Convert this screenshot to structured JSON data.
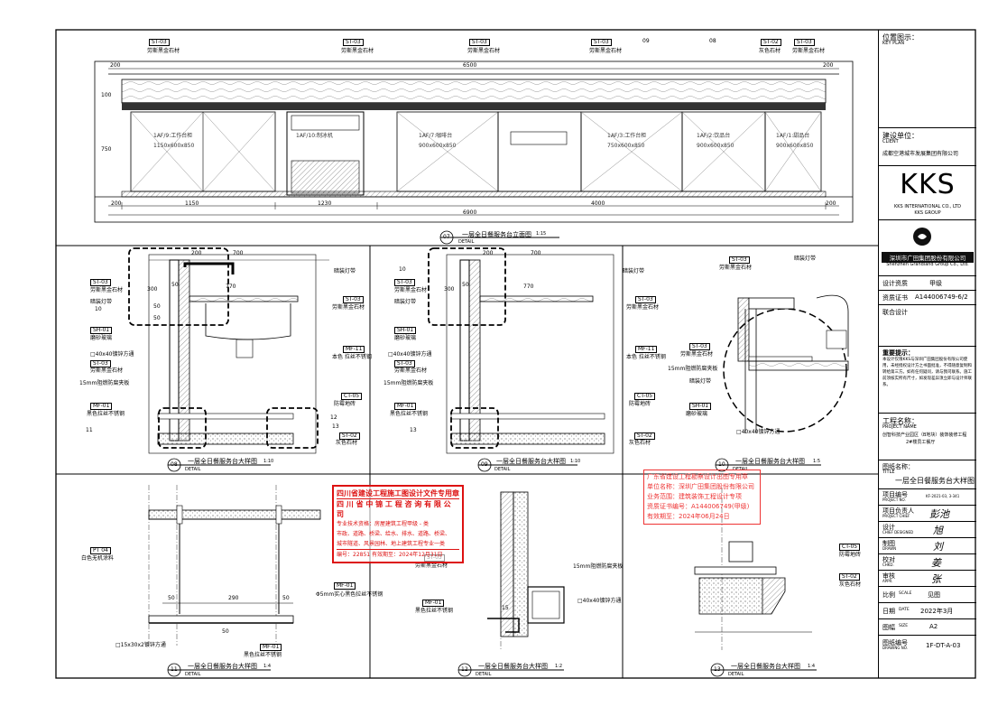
{
  "title_block": {
    "key_plan_cn": "位置图示：",
    "key_plan_en": "KEY PLAN",
    "client_cn": "建设单位：",
    "client_en": "CLIENT",
    "client_name": "成都空港城市发展集团有限公司",
    "logo_text": "KKS",
    "logo_sub1": "KKS INTERNATIONAL CO., LTD",
    "logo_sub2": "KKS GROUP",
    "company_cn": "深圳市广田集团股份有限公司",
    "company_en": "Shenzhen Grandland Group Co., Ltd.",
    "qualification_label": "设计资质",
    "qualification_value": "甲级",
    "certificate_label": "资质证书",
    "certificate_value": "A144006749-6/2",
    "joint_design": "联合设计",
    "notes_title": "重要提示：",
    "notes_text": "本设计仅限KKS与深圳广田集团股份有限公司使用，未经授权设计方之书面批准，不得随意复制和转给第三方。如有任何疑问，请与我司联系。施工前须核实所有尺寸，如发现差异须立即与设计师联系。",
    "project_cn": "工程名称：",
    "project_en": "PROJECT NAME",
    "project_name": "创智科技产业园区（B地块）装饰装修工程",
    "project_sub": "2#楼员工餐厅",
    "drawing_name_cn": "图纸名称：",
    "drawing_name_en": "TITLE",
    "drawing_title": "一层全日餐服务台大样图",
    "project_no_cn": "项目编号",
    "project_no_en": "PROJECT NO.",
    "project_no_value": "KF-2021-03, 3-341",
    "project_chief_cn": "项目负责人",
    "project_chief_en": "PROJECT CHIEF",
    "design_cn": "设计",
    "design_en": "CHIEF DESIGNED",
    "drawn_cn": "制图",
    "drawn_en": "DRAWN",
    "checked_cn": "校对",
    "checked_en": "CHKD.",
    "approved_cn": "审核",
    "approved_en": "APPR.",
    "scale_cn": "比例",
    "scale_en": "SCALE",
    "scale_value": "见图",
    "date_cn": "日期",
    "date_en": "DATE",
    "date_value": "2022年3月",
    "size_cn": "图幅",
    "size_en": "SIZE",
    "size_value": "A2",
    "drawing_no_cn": "图纸编号",
    "drawing_no_en": "DRAWING NO.",
    "drawing_no_value": "1F-DT-A-03"
  },
  "stamps": {
    "stamp1_lines": [
      "四川省建设工程施工图设计文件专用章",
      "四 川 省 中 锦 工 程 咨 询 有 限 公 司",
      "专业技术资格：房屋建筑工程甲级 - 类",
      "市政、道路、桥梁、给水、排水、道路、桥梁、",
      "城市隧道、风景园林、地上建筑工程专业一类",
      "编号：22851    有效期至：2024年12月31日"
    ],
    "stamp2_lines": [
      "广东省建设工程勘察设计出图专用章",
      "单位名称：深圳广田集团股份有限公司",
      "业务范围：建筑装饰工程设计专项",
      "资质证书编号：A144006749(甲级)",
      "有效期至：2024年06月24日"
    ]
  },
  "views": {
    "v07": {
      "num": "07",
      "title": "一层全日餐服务台立面图",
      "scale": "1:15",
      "sub": "DETAIL"
    },
    "v08": {
      "num": "08",
      "title": "一层全日餐服务台大样图",
      "scale": "1:10",
      "sub": "DETAIL"
    },
    "v09": {
      "num": "09",
      "title": "一层全日餐服务台大样图",
      "scale": "1:10",
      "sub": "DETAIL"
    },
    "v10": {
      "num": "10",
      "title": "一层全日餐服务台大样图",
      "scale": "1:5",
      "sub": "DETAIL"
    },
    "v11": {
      "num": "11",
      "title": "一层全日餐服务台大样图",
      "scale": "1:4",
      "sub": "DETAIL"
    },
    "v12": {
      "num": "12",
      "title": "一层全日餐服务台大样图",
      "scale": "1:2",
      "sub": "DETAIL"
    },
    "v13": {
      "num": "13",
      "title": "一层全日餐服务台大样图",
      "scale": "1:4",
      "sub": "DETAIL"
    }
  },
  "elevation": {
    "tags": [
      {
        "code": "ST-03",
        "text": "劳斯黑金石材"
      },
      {
        "code": "ST-03",
        "text": "劳斯黑金石材"
      },
      {
        "code": "ST-03",
        "text": "劳斯黑金石材"
      },
      {
        "code": "ST-03",
        "text": "劳斯黑金石材"
      },
      {
        "code": "ST-02",
        "text": "灰色石材"
      },
      {
        "code": "ST-03",
        "text": "劳斯黑金石材"
      }
    ],
    "callouts": [
      "09",
      "08"
    ],
    "top_dims": [
      "200",
      "6500",
      "200"
    ],
    "bottom_dims": [
      "200",
      "1150",
      "1230",
      "4000",
      "200"
    ],
    "total_dim": "6900",
    "side_dims": [
      "100",
      "750"
    ],
    "equipment": [
      {
        "name": "1AF/9:工作台柜",
        "size": "1150x600x850"
      },
      {
        "name": "1AF/10:制冰机",
        "size": ""
      },
      {
        "name": "1AF/7:咖啡台",
        "size": "900x600x850"
      },
      {
        "name": "1AF/3:工作台柜",
        "size": "750x600x850"
      },
      {
        "name": "1AF/2:饮品台",
        "size": "900x600x850"
      },
      {
        "name": "1AF/1:甜品台",
        "size": "900x600x850"
      }
    ]
  },
  "sec08": {
    "dims": [
      "200",
      "700",
      "50",
      "770",
      "300",
      "50",
      "50"
    ],
    "labels": [
      "ST-03",
      "劳斯黑金石材",
      "暗装灯带",
      "ST-03",
      "劳斯黑金石材",
      "SH-01",
      "磨砂玻璃",
      "□40x40镀锌方通",
      "ST-03",
      "劳斯黑金石材",
      "15mm阻燃防腐夹板",
      "MF-11",
      "本色 拉丝不锈钢",
      "MF-01",
      "黑色拉丝不锈钢",
      "CT-05",
      "防霉地砖",
      "ST-02",
      "灰色石材",
      "暗装灯带"
    ],
    "callouts": [
      "10",
      "11",
      "12",
      "13"
    ]
  },
  "sec09": {
    "dims": [
      "200",
      "700",
      "50",
      "770",
      "300"
    ],
    "labels": [
      "ST-03",
      "劳斯黑金石材",
      "暗装灯带",
      "ST-03",
      "劳斯黑金石材",
      "SH-01",
      "磨砂玻璃",
      "□40x40镀锌方通",
      "ST-03",
      "劳斯黑金石材",
      "15mm阻燃防腐夹板",
      "MF-11",
      "本色 拉丝不锈钢",
      "MF-01",
      "黑色拉丝不锈钢",
      "CT-05",
      "防霉地砖",
      "ST-02",
      "灰色石材",
      "暗装灯带"
    ],
    "callouts": [
      "10",
      "13"
    ]
  },
  "sec10": {
    "labels": [
      "ST-03",
      "劳斯黑金石材",
      "暗装灯带",
      "ST-03",
      "劳斯黑金石材",
      "15mm阻燃防腐夹板",
      "暗装灯带",
      "SH-01",
      "磨砂玻璃",
      "□40x40镀锌方通"
    ]
  },
  "sec11": {
    "labels": [
      "PT 04",
      "白色无机涂料",
      "MF-01",
      "Φ5mm实心黑色拉丝不锈钢",
      "□15x30x2镀锌方通",
      "MF-01",
      "黑色拉丝不锈钢"
    ],
    "dims": [
      "50",
      "290",
      "50",
      "50"
    ]
  },
  "sec12": {
    "labels": [
      "ST-03",
      "劳斯黑金石材",
      "15mm阻燃防腐夹板",
      "□40x40镀锌方通",
      "MF-01",
      "黑色拉丝不锈钢"
    ],
    "dims": [
      "15"
    ]
  },
  "sec13": {
    "labels": [
      "CT-05",
      "防霉地砖",
      "ST-02",
      "灰色石材"
    ]
  }
}
